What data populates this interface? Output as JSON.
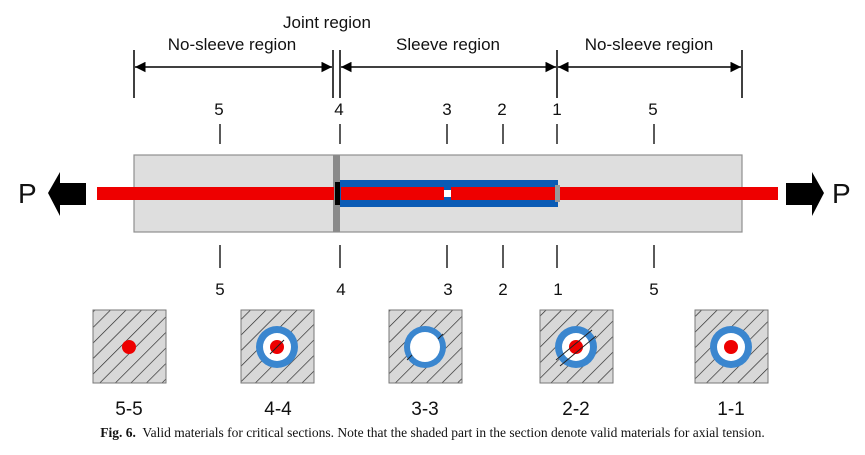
{
  "regions": {
    "joint": "Joint region",
    "no_sleeve_left": "No-sleeve region",
    "sleeve": "Sleeve region",
    "no_sleeve_right": "No-sleeve region"
  },
  "load": {
    "left": "P",
    "right": "P"
  },
  "section_marks": [
    {
      "id": "5",
      "label": "5"
    },
    {
      "id": "4",
      "label": "4"
    },
    {
      "id": "3",
      "label": "3"
    },
    {
      "id": "2",
      "label": "2"
    },
    {
      "id": "1",
      "label": "1"
    },
    {
      "id": "5r",
      "label": "5"
    }
  ],
  "cross_sections": [
    {
      "label": "5-5",
      "shows": [
        "matrix",
        "bar"
      ]
    },
    {
      "label": "4-4",
      "shows": [
        "matrix",
        "sleeve",
        "bar"
      ]
    },
    {
      "label": "3-3",
      "shows": [
        "matrix",
        "sleeve"
      ]
    },
    {
      "label": "2-2",
      "shows": [
        "matrix",
        "sleeve",
        "bar"
      ]
    },
    {
      "label": "1-1",
      "shows": [
        "matrix",
        "sleeve",
        "bar"
      ]
    }
  ],
  "colors": {
    "bar": "#ee0000",
    "sleeve": "#0a5bb5",
    "sleeve_light": "#3a86cf",
    "matrix": "#dedede",
    "joint_band": "#8a8a8a"
  },
  "caption": {
    "prefix": "Fig. 6.",
    "text": "Valid materials for critical sections. Note that the shaded part in the section denote valid materials for axial tension."
  }
}
